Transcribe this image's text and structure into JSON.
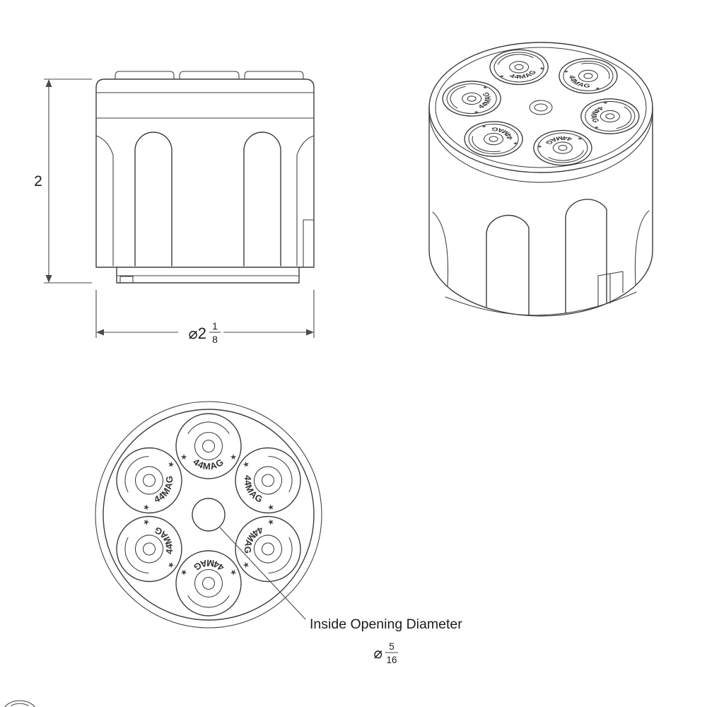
{
  "page": {
    "background": "#ffffff",
    "line_color": "#3c3c3c",
    "dimension_color": "#4a4a4a"
  },
  "stamp": {
    "text": "44MAG",
    "star": "★"
  },
  "side_view": {
    "height_dim": "2",
    "diameter_dim": {
      "whole": "⌀2",
      "numerator": "1",
      "denominator": "8"
    }
  },
  "plan_view": {
    "callout": {
      "label": "Inside Opening Diameter",
      "symbol": "⌀",
      "numerator": "5",
      "denominator": "16"
    }
  }
}
